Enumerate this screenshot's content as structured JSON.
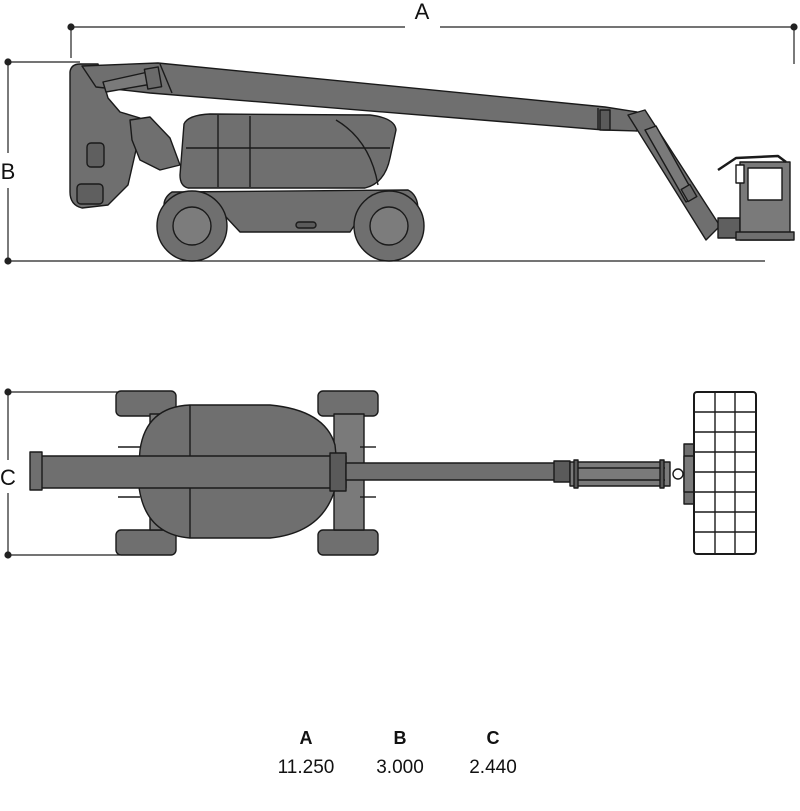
{
  "colors": {
    "body": "#6f6f6f",
    "outline": "#1a1a1a",
    "line": "#222222",
    "background": "#ffffff"
  },
  "dimension_labels": {
    "a": "A",
    "b": "B",
    "c": "C"
  },
  "specs": [
    {
      "key": "A",
      "value": "11.250"
    },
    {
      "key": "B",
      "value": "3.000"
    },
    {
      "key": "C",
      "value": "2.440"
    }
  ]
}
